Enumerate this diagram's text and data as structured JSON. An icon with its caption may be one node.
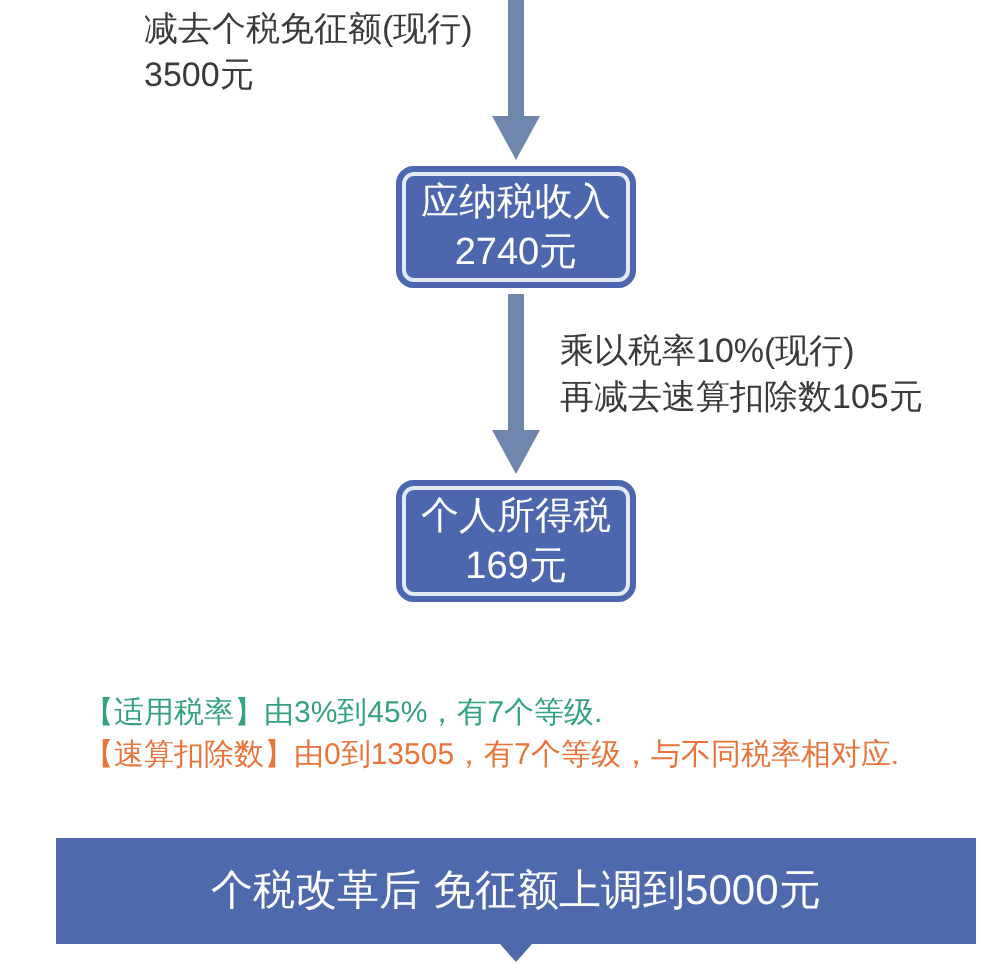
{
  "diagram": {
    "nodes": [
      {
        "text": [
          "应纳税收入",
          "2740元"
        ]
      },
      {
        "text": [
          "个人所得税",
          "169元"
        ]
      },
      {
        "text": [
          "个税改革后 免征额上调到5000元"
        ]
      }
    ],
    "edges": [
      {
        "from": null,
        "to": 0,
        "arrow": "to",
        "label": "减去个税免征额(现行) 3500元"
      },
      {
        "from": 0,
        "to": 1,
        "arrow": "to",
        "label": "乘以税率10%(现行) 再减去速算扣除数105元"
      }
    ],
    "labels": [
      "【适用税率】由3%到45%，有7个等级.",
      "【速算扣除数】由0到13505，有7个等级，与不同税率相对应."
    ]
  }
}
